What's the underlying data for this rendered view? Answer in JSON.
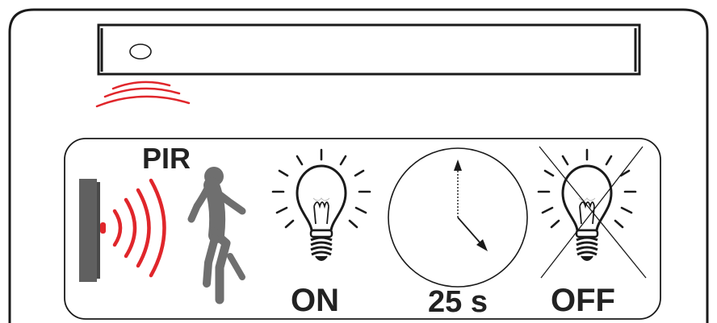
{
  "labels": {
    "pir": "PIR",
    "on": "ON",
    "timer": "25 s",
    "off": "OFF"
  },
  "colors": {
    "outline": "#1a1a1a",
    "waves": "#e0262b",
    "figure": "#6f6f6f",
    "sensor_body": "#606060",
    "sensor_lens": "#e0262b",
    "label_text": "#222222"
  },
  "icons": {
    "sensor_device": "pir-sensor-icon",
    "person": "running-person-icon",
    "bulb_on": "lightbulb-on-icon",
    "clock": "clock-icon",
    "bulb_off": "lightbulb-off-icon"
  }
}
